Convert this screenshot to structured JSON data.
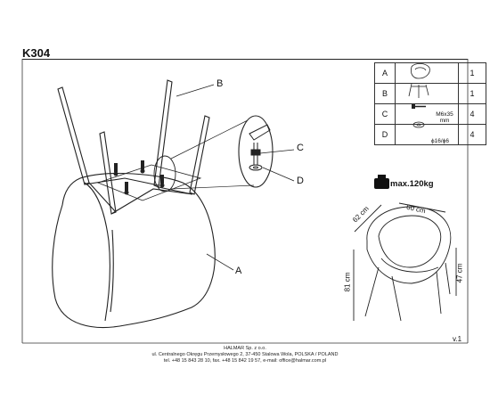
{
  "header": {
    "model": "K304"
  },
  "labels": {
    "A": "A",
    "B": "B",
    "C": "C",
    "D": "D"
  },
  "parts_table": [
    {
      "letter": "A",
      "qty": "1",
      "icon": "chair-seat-icon",
      "caption": ""
    },
    {
      "letter": "B",
      "qty": "1",
      "icon": "leg-frame-icon",
      "caption": ""
    },
    {
      "letter": "C",
      "qty": "4",
      "icon": "bolt-icon",
      "caption": "M6x35 mm"
    },
    {
      "letter": "D",
      "qty": "4",
      "icon": "washer-icon",
      "caption": "ϕ16/ϕ6"
    }
  ],
  "max_load": "max.120kg",
  "dimensions": {
    "depth": "62 cm",
    "width": "60 cm",
    "height": "81 cm",
    "seat_height": "47 cm"
  },
  "version": "v.1",
  "footer": {
    "company": "HALMAR Sp. z o.o.",
    "address": "ul. Centralnego Okręgu Przemysłowego 2, 37-450 Stalowa Wola, POLSKA / POLAND",
    "contact": "tel. +48 15 843 28 10, fax. +48 15 842 19 57, e-mail: office@halmar.com.pl"
  },
  "colors": {
    "ink": "#222222",
    "paper": "#ffffff"
  }
}
